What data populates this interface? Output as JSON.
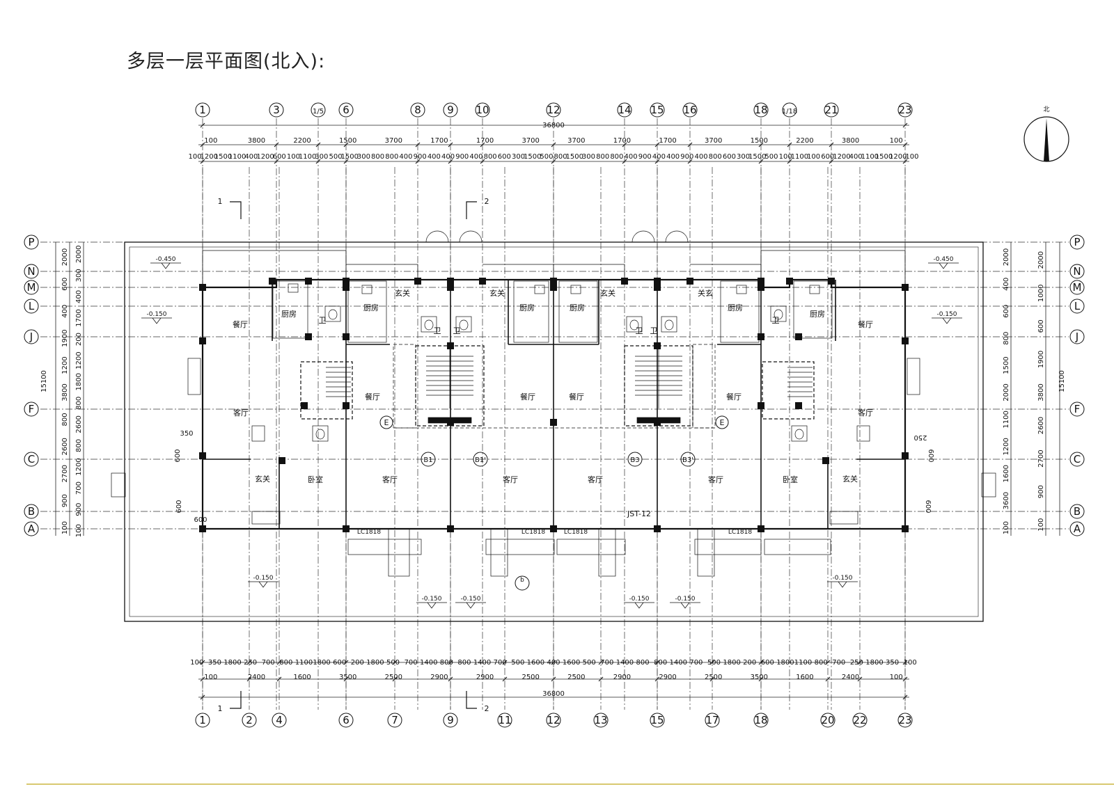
{
  "title": "多层一层平面图(北入):",
  "total_dimension": "36800",
  "overall_depth": "15100",
  "axes_top": [
    "1",
    "3",
    "1/5",
    "6",
    "8",
    "9",
    "10",
    "12",
    "14",
    "15",
    "16",
    "18",
    "1/18",
    "21",
    "23"
  ],
  "axes_bottom": [
    "1",
    "2",
    "4",
    "6",
    "7",
    "9",
    "11",
    "12",
    "13",
    "15",
    "17",
    "18",
    "20",
    "22",
    "23"
  ],
  "axes_rows": [
    "P",
    "N",
    "M",
    "L",
    "J",
    "F",
    "C",
    "B",
    "A"
  ],
  "top_dims_row1": [
    "100",
    "3800",
    "2200",
    "1500",
    "3700",
    "1700",
    "1700",
    "3700",
    "3700",
    "1700",
    "1700",
    "3700",
    "1500",
    "2200",
    "3800",
    "100"
  ],
  "top_dims_row2": [
    "100",
    "1200",
    "1500",
    "1100",
    "400",
    "1200",
    "600",
    "100",
    "1100",
    "300",
    "500",
    "1500",
    "300",
    "800",
    "800",
    "400",
    "900",
    "400",
    "400",
    "900",
    "400",
    "800",
    "600",
    "300",
    "1500",
    "500",
    "800",
    "1500",
    "300",
    "800",
    "800",
    "400",
    "900",
    "400",
    "400",
    "900",
    "400",
    "800",
    "600",
    "300",
    "1500",
    "500",
    "100",
    "1100",
    "100",
    "600",
    "1200",
    "400",
    "1100",
    "1500",
    "1200",
    "100"
  ],
  "bottom_dims_row1": [
    "100",
    "350",
    "1800",
    "250",
    "700",
    "800",
    "1100",
    "1800",
    "600",
    "200",
    "1800",
    "500",
    "700",
    "1400",
    "800",
    "800",
    "1400",
    "700",
    "500",
    "1600",
    "400",
    "1600",
    "500",
    "700",
    "1400",
    "800",
    "800",
    "1400",
    "700",
    "500",
    "1800",
    "200",
    "600",
    "1800",
    "1100",
    "800",
    "700",
    "250",
    "1800",
    "350",
    "100"
  ],
  "bottom_dims_row2": [
    "100",
    "2400",
    "1600",
    "3500",
    "2500",
    "2900",
    "2900",
    "2500",
    "2500",
    "2900",
    "2900",
    "2500",
    "3500",
    "1600",
    "2400",
    "100"
  ],
  "left_dims_outer": [
    "2000",
    "600",
    "400",
    "1900",
    "1200",
    "3800",
    "800",
    "2600",
    "2700",
    "900",
    "100"
  ],
  "left_dims_inner": [
    "2000",
    "300",
    "400",
    "1700",
    "200",
    "1200",
    "1800",
    "800",
    "2600",
    "800",
    "1200",
    "700",
    "900",
    "100"
  ],
  "right_dims_outer": [
    "2000",
    "1000",
    "600",
    "1900",
    "3800",
    "2600",
    "2700",
    "900",
    "100"
  ],
  "right_dims_inner": [
    "2000",
    "400",
    "600",
    "800",
    "1500",
    "2000",
    "1100",
    "1200",
    "1600",
    "3600",
    "100"
  ],
  "rooms": {
    "dining": "餐厅",
    "kitchen": "厨房",
    "foyer": "玄关",
    "foyer_alt": "关玄",
    "bath": "卫",
    "living": "客厅",
    "bedroom": "卧室"
  },
  "unit_tags": [
    "B1",
    "B1'",
    "B3",
    "B3'"
  ],
  "section_marks": [
    "1",
    "2"
  ],
  "elevations": [
    "-0.450",
    "-0.450",
    "-0.150",
    "-0.150",
    "-0.150",
    "-0.150",
    "-0.150",
    "-0.150",
    "-0.150",
    "-0.150"
  ],
  "window_tags": [
    "LC1818",
    "LC1818",
    "LC1818",
    "LC1818"
  ],
  "misc_labels": [
    "JST-12",
    "E",
    "E",
    "350",
    "250",
    "600",
    "600",
    "600",
    "600",
    "600",
    "b"
  ],
  "north_label": "北"
}
